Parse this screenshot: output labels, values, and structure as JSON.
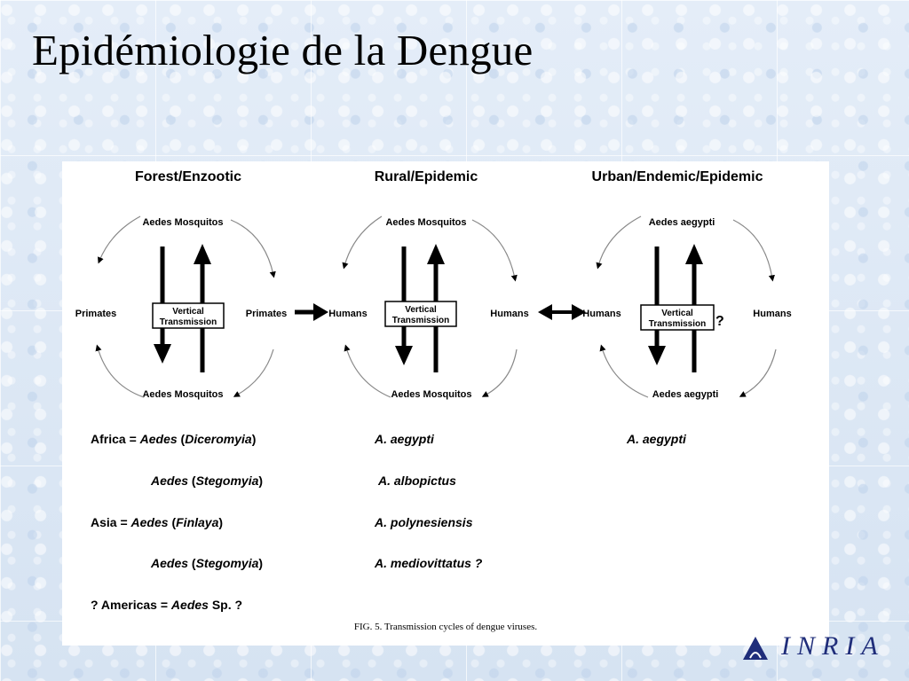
{
  "slide": {
    "title": "Epidémiologie de la Dengue"
  },
  "logo": {
    "text": "INRIA"
  },
  "columns": [
    {
      "heading": "Forest/Enzootic",
      "top": "Aedes Mosquitos",
      "bottom": "Aedes Mosquitos",
      "left": "Primates",
      "right": "Primates",
      "box": [
        "Vertical",
        "Transmission"
      ],
      "box_mark": ""
    },
    {
      "heading": "Rural/Epidemic",
      "top": "Aedes Mosquitos",
      "bottom": "Aedes Mosquitos",
      "left": "Humans",
      "right": "Humans",
      "box": [
        "Vertical",
        "Transmission"
      ],
      "box_mark": ""
    },
    {
      "heading": "Urban/Endemic/Epidemic",
      "top": "Aedes aegypti",
      "bottom": "Aedes aegypti",
      "left": "Humans",
      "right": "Humans",
      "box": [
        "Vertical",
        "Transmission"
      ],
      "box_mark": "?"
    }
  ],
  "species": {
    "col1": [
      {
        "prefix": "Africa  =  ",
        "name": "Aedes",
        "paren": "Diceromyia"
      },
      {
        "prefix": "",
        "name": "Aedes",
        "paren": "Stegomyia"
      },
      {
        "prefix": "Asia  =  ",
        "name": "Aedes",
        "paren": "Finlaya"
      },
      {
        "prefix": "",
        "name": "Aedes",
        "paren": "Stegomyia"
      },
      {
        "prefix": "? Americas  =  ",
        "name": "Aedes",
        "paren": "",
        "suffix": " Sp. ?"
      }
    ],
    "col2": [
      "A. aegypti",
      "A. albopictus",
      "A.  polynesiensis",
      "A. mediovittatus  ?"
    ],
    "col3": [
      "A. aegypti"
    ]
  },
  "caption": "FIG. 5.  Transmission cycles of dengue viruses."
}
